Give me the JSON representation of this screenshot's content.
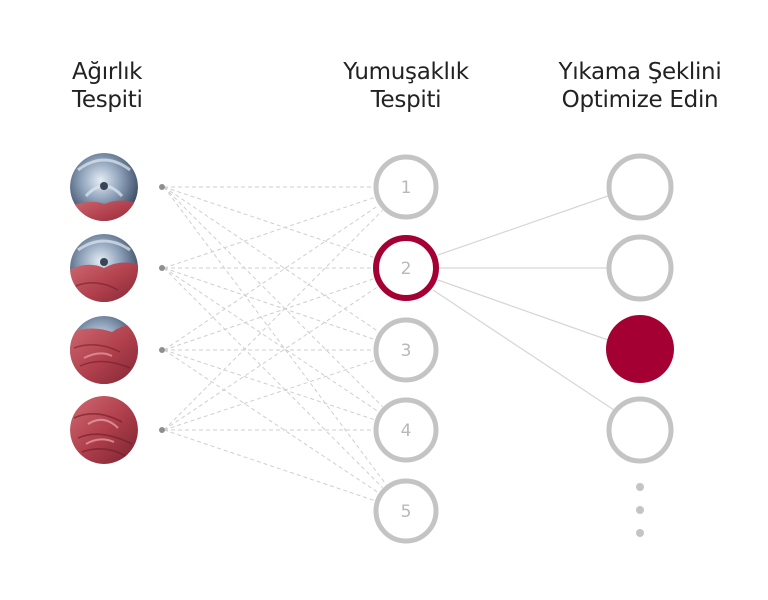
{
  "columns": {
    "left": {
      "title_line1": "Ağırlık",
      "title_line2": "Tespiti"
    },
    "middle": {
      "title_line1": "Yumuşaklık",
      "title_line2": "Tespiti"
    },
    "right": {
      "title_line1": "Yıkama Şeklini",
      "title_line2": "Optimize Edin"
    }
  },
  "load_levels": [
    {
      "label": "drum-load-level-1",
      "fabric_fill": 0.25
    },
    {
      "label": "drum-load-level-2",
      "fabric_fill": 0.45
    },
    {
      "label": "drum-load-level-3",
      "fabric_fill": 0.75
    },
    {
      "label": "drum-load-level-4",
      "fabric_fill": 1.0
    }
  ],
  "softness_levels": [
    {
      "number": "1",
      "selected": false
    },
    {
      "number": "2",
      "selected": true
    },
    {
      "number": "3",
      "selected": false
    },
    {
      "number": "4",
      "selected": false
    },
    {
      "number": "5",
      "selected": false
    }
  ],
  "wash_patterns": [
    {
      "selected": false
    },
    {
      "selected": false
    },
    {
      "selected": true
    },
    {
      "selected": false
    }
  ],
  "more_indicator": "ellipsis-vertical",
  "colors": {
    "accent": "#A50034",
    "ring_gray": "#C4C4C4",
    "line_gray": "#D6D6D6",
    "dot_gray": "#8E8E8E",
    "text": "#222222",
    "fabric": "#B8434E",
    "drum_steel": "#6A7F98"
  }
}
